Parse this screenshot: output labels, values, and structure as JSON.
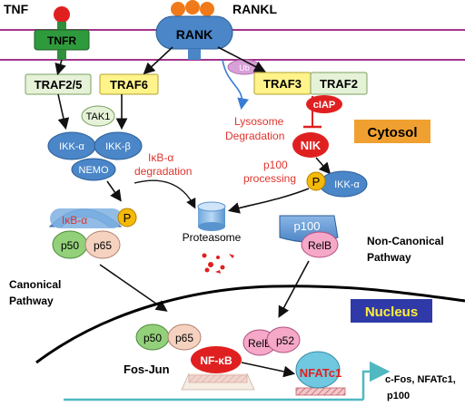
{
  "labels": {
    "tnf": "TNF",
    "rankl": "RANKL",
    "tnfr": "TNFR",
    "rank": "RANK",
    "ub": "Ub",
    "traf25": "TRAF2/5",
    "traf6": "TRAF6",
    "traf3": "TRAF3",
    "traf2": "TRAF2",
    "ciap": "cIAP",
    "lysosome1": "Lysosome",
    "lysosome2": "Degradation",
    "cytosol": "Cytosol",
    "tak1": "TAK1",
    "ikka": "IKK-α",
    "ikkb": "IKK-β",
    "nemo": "NEMO",
    "nik": "NIK",
    "ikb_deg1": "IκB-α",
    "ikb_deg2": "degradation",
    "p100_proc1": "p100",
    "p100_proc2": "processing",
    "p": "P",
    "ikka2": "IKK-α",
    "ikb": "IκB-α",
    "p_small": "P",
    "p50": "p50",
    "p65": "p65",
    "proteasome": "Proteasome",
    "p100": "p100",
    "relb": "RelB",
    "noncanon1": "Non-Canonical",
    "noncanon2": "Pathway",
    "canon1": "Canonical",
    "canon2": "Pathway",
    "nucleus": "Nucleus",
    "n_p50": "p50",
    "n_p65": "p65",
    "n_relb": "RelB",
    "n_p52": "p52",
    "fosjun": "Fos-Jun",
    "nfkb": "NF-κB",
    "nfatc1": "NFATc1",
    "targets1": "c-Fos, NFATc1,",
    "targets2": "p100"
  },
  "colors": {
    "membrane": "#a2358c",
    "receptor_green": "#2f8f3a",
    "traf_fill": "#e6f2d8",
    "traf6_fill": "#fff38a",
    "blue": "#4a86c8",
    "red_text": "#e0342e",
    "orange": "#f0a030",
    "nucleus_blue": "#2f3aa8"
  }
}
